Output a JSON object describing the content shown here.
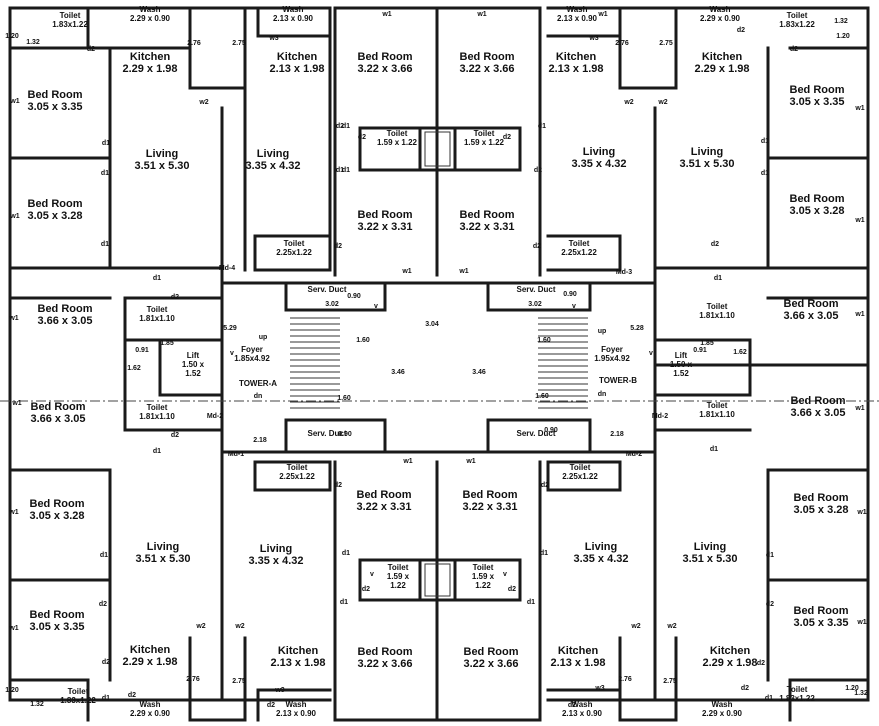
{
  "plan": {
    "towers": [
      "TOWER-A",
      "TOWER-B"
    ],
    "rooms": [
      {
        "id": "toilet-tl",
        "name": "Toilet",
        "dims": "1.83x1.22",
        "cls": "sm"
      },
      {
        "id": "wash-tl",
        "name": "Wash",
        "dims": "2.29 x 0.90",
        "cls": "sm"
      },
      {
        "id": "kitchen-tl",
        "name": "Kitchen",
        "dims": "2.29 x 1.98",
        "cls": "rn"
      },
      {
        "id": "bed-tl1",
        "name": "Bed Room",
        "dims": "3.05 x 3.35",
        "cls": "rn"
      },
      {
        "id": "living-tl",
        "name": "Living",
        "dims": "3.51 x 5.30",
        "cls": "rn"
      },
      {
        "id": "bed-tl2",
        "name": "Bed Room",
        "dims": "3.05 x 3.28",
        "cls": "rn"
      },
      {
        "id": "wash-tc",
        "name": "Wash",
        "dims": "2.13 x 0.90",
        "cls": "sm"
      },
      {
        "id": "kitchen-tc",
        "name": "Kitchen",
        "dims": "2.13 x 1.98",
        "cls": "rn"
      },
      {
        "id": "living-tc",
        "name": "Living",
        "dims": "3.35 x 4.32",
        "cls": "rn"
      },
      {
        "id": "bed-tc1",
        "name": "Bed Room",
        "dims": "3.22 x 3.66",
        "cls": "rn"
      },
      {
        "id": "toilet-tc1",
        "name": "Toilet",
        "dims": "1.59 x 1.22",
        "cls": "sm"
      },
      {
        "id": "bed-tc2",
        "name": "Bed Room",
        "dims": "3.22 x 3.31",
        "cls": "rn"
      },
      {
        "id": "toilet-tc2",
        "name": "Toilet",
        "dims": "2.25x1.22",
        "cls": "sm"
      },
      {
        "id": "bed-tc3",
        "name": "Bed Room",
        "dims": "3.22 x 3.66",
        "cls": "rn"
      },
      {
        "id": "toilet-tc3",
        "name": "Toilet",
        "dims": "1.59 x 1.22",
        "cls": "sm"
      },
      {
        "id": "bed-tc4",
        "name": "Bed Room",
        "dims": "3.22 x 3.31",
        "cls": "rn"
      },
      {
        "id": "wash-tr",
        "name": "Wash",
        "dims": "2.13 x 0.90",
        "cls": "sm"
      },
      {
        "id": "kitchen-tr",
        "name": "Kitchen",
        "dims": "2.13 x 1.98",
        "cls": "rn"
      },
      {
        "id": "living-tr",
        "name": "Living",
        "dims": "3.35 x 4.32",
        "cls": "rn"
      },
      {
        "id": "toilet-tr2",
        "name": "Toilet",
        "dims": "2.25x1.22",
        "cls": "sm"
      },
      {
        "id": "wash-tr2",
        "name": "Wash",
        "dims": "2.29 x 0.90",
        "cls": "sm"
      },
      {
        "id": "toilet-tr",
        "name": "Toilet",
        "dims": "1.83x1.22",
        "cls": "sm"
      },
      {
        "id": "kitchen-tr2",
        "name": "Kitchen",
        "dims": "2.29 x 1.98",
        "cls": "rn"
      },
      {
        "id": "living-tr2",
        "name": "Living",
        "dims": "3.51 x 5.30",
        "cls": "rn"
      },
      {
        "id": "bed-tr1",
        "name": "Bed Room",
        "dims": "3.05 x 3.35",
        "cls": "rn"
      },
      {
        "id": "bed-tr2",
        "name": "Bed Room",
        "dims": "3.05 x 3.28",
        "cls": "rn"
      },
      {
        "id": "bed-ml1",
        "name": "Bed Room",
        "dims": "3.66 x 3.05",
        "cls": "rn"
      },
      {
        "id": "toilet-ml1",
        "name": "Toilet",
        "dims": "1.81x1.10",
        "cls": "sm"
      },
      {
        "id": "lift-a",
        "name": "Lift",
        "dims": "1.50 x\n1.52",
        "cls": "sm"
      },
      {
        "id": "foyer-a",
        "name": "Foyer",
        "dims": "1.85x4.92",
        "cls": "sm"
      },
      {
        "id": "toilet-ml2",
        "name": "Toilet",
        "dims": "1.81x1.10",
        "cls": "sm"
      },
      {
        "id": "bed-ml2",
        "name": "Bed Room",
        "dims": "3.66 x 3.05",
        "cls": "rn"
      },
      {
        "id": "duct-a1",
        "name": "Serv. Duct",
        "dims": "",
        "cls": "sm"
      },
      {
        "id": "duct-a2",
        "name": "Serv. Duct",
        "dims": "",
        "cls": "sm"
      },
      {
        "id": "duct-b1",
        "name": "Serv. Duct",
        "dims": "",
        "cls": "sm"
      },
      {
        "id": "duct-b2",
        "name": "Serv. Duct",
        "dims": "",
        "cls": "sm"
      },
      {
        "id": "foyer-b",
        "name": "Foyer",
        "dims": "1.95x4.92",
        "cls": "sm"
      },
      {
        "id": "lift-b",
        "name": "Lift",
        "dims": "1.50 x\n1.52",
        "cls": "sm"
      },
      {
        "id": "toilet-mr1",
        "name": "Toilet",
        "dims": "1.81x1.10",
        "cls": "sm"
      },
      {
        "id": "bed-mr1",
        "name": "Bed Room",
        "dims": "3.66 x 3.05",
        "cls": "rn"
      },
      {
        "id": "toilet-mr2",
        "name": "Toilet",
        "dims": "1.81x1.10",
        "cls": "sm"
      },
      {
        "id": "bed-mr2",
        "name": "Bed Room",
        "dims": "3.66 x 3.05",
        "cls": "rn"
      },
      {
        "id": "bed-bl1",
        "name": "Bed Room",
        "dims": "3.05 x 3.28",
        "cls": "rn"
      },
      {
        "id": "living-bl",
        "name": "Living",
        "dims": "3.51 x 5.30",
        "cls": "rn"
      },
      {
        "id": "bed-bl2",
        "name": "Bed Room",
        "dims": "3.05 x 3.35",
        "cls": "rn"
      },
      {
        "id": "kitchen-bl",
        "name": "Kitchen",
        "dims": "2.29 x 1.98",
        "cls": "rn"
      },
      {
        "id": "toilet-bl",
        "name": "Toilet",
        "dims": "1.83x1.22",
        "cls": "sm"
      },
      {
        "id": "wash-bl",
        "name": "Wash",
        "dims": "2.29 x 0.90",
        "cls": "sm"
      },
      {
        "id": "toilet-bc1",
        "name": "Toilet",
        "dims": "2.25x1.22",
        "cls": "sm"
      },
      {
        "id": "bed-bc1",
        "name": "Bed Room",
        "dims": "3.22 x 3.31",
        "cls": "rn"
      },
      {
        "id": "living-bc",
        "name": "Living",
        "dims": "3.35 x 4.32",
        "cls": "rn"
      },
      {
        "id": "toilet-bc2",
        "name": "Toilet",
        "dims": "1.59 x\n1.22",
        "cls": "sm"
      },
      {
        "id": "kitchen-bc",
        "name": "Kitchen",
        "dims": "2.13 x 1.98",
        "cls": "rn"
      },
      {
        "id": "bed-bc2",
        "name": "Bed Room",
        "dims": "3.22 x 3.66",
        "cls": "rn"
      },
      {
        "id": "wash-bc",
        "name": "Wash",
        "dims": "2.13 x 0.90",
        "cls": "sm"
      },
      {
        "id": "toilet-bc3",
        "name": "Toilet",
        "dims": "2.25x1.22",
        "cls": "sm"
      },
      {
        "id": "bed-bc3",
        "name": "Bed Room",
        "dims": "3.22 x 3.31",
        "cls": "rn"
      },
      {
        "id": "toilet-bc4",
        "name": "Toilet",
        "dims": "1.59 x\n1.22",
        "cls": "sm"
      },
      {
        "id": "bed-bc4",
        "name": "Bed Room",
        "dims": "3.22 x 3.66",
        "cls": "rn"
      },
      {
        "id": "living-br",
        "name": "Living",
        "dims": "3.35 x 4.32",
        "cls": "rn"
      },
      {
        "id": "kitchen-br",
        "name": "Kitchen",
        "dims": "2.13 x 1.98",
        "cls": "rn"
      },
      {
        "id": "wash-br",
        "name": "Wash",
        "dims": "2.13 x 0.90",
        "cls": "sm"
      },
      {
        "id": "bed-br1",
        "name": "Bed Room",
        "dims": "3.05 x 3.28",
        "cls": "rn"
      },
      {
        "id": "living-br2",
        "name": "Living",
        "dims": "3.51 x 5.30",
        "cls": "rn"
      },
      {
        "id": "bed-br2",
        "name": "Bed Room",
        "dims": "3.05 x 3.35",
        "cls": "rn"
      },
      {
        "id": "kitchen-br2",
        "name": "Kitchen",
        "dims": "2.29 x 1.98",
        "cls": "rn"
      },
      {
        "id": "wash-br2",
        "name": "Wash",
        "dims": "2.29 x 0.90",
        "cls": "sm"
      },
      {
        "id": "toilet-br",
        "name": "Toilet",
        "dims": "1.83x1.22",
        "cls": "sm"
      }
    ],
    "marks": [
      "1.20",
      "1.32",
      "d2",
      "2.76",
      "2.75",
      "w2",
      "w1",
      "w3",
      "d1",
      "d2",
      "d1",
      "w1",
      "d1",
      "d1",
      "d2",
      "w1",
      "w1",
      "w1",
      "d2",
      "d2",
      "d1",
      "d1",
      "d2",
      "d2",
      "d1",
      "w1",
      "w1",
      "d1",
      "w3",
      "d2",
      "2.76",
      "2.75",
      "w2",
      "w2",
      "1.20",
      "1.32",
      "d2",
      "d1",
      "w1",
      "d1",
      "w1",
      "d2",
      "Md-4",
      "Md-3",
      "5.29",
      "5.28",
      "3.02",
      "3.02",
      "0.90",
      "0.90",
      "3.04",
      "3.46",
      "3.46",
      "1.60",
      "1.60",
      "1.60",
      "1.60",
      "up",
      "dn",
      "up",
      "dn",
      "0.91",
      "0.91",
      "1.62",
      "1.62",
      "1.85",
      "1.85",
      "w1",
      "w1",
      "d1",
      "d2",
      "d2",
      "Md-2",
      "Md-2",
      "Md-1",
      "Md-2",
      "2.18",
      "2.18",
      "0.90",
      "0.90",
      "d1",
      "d1",
      "w1",
      "w1",
      "d2",
      "d2",
      "w1",
      "w1",
      "d1",
      "d1",
      "w1",
      "w1",
      "d2",
      "d2",
      "d1",
      "d1",
      "d2",
      "d2",
      "w2",
      "w2",
      "w2",
      "w2",
      "2.76",
      "2.75",
      "2.76",
      "2.75",
      "w3",
      "w3",
      "d2",
      "d2",
      "d2",
      "d2",
      "1.20",
      "1.20",
      "1.32",
      "1.32",
      "d1",
      "d1",
      "w1",
      "w1",
      "d2",
      "d2",
      "v",
      "v",
      "v",
      "v",
      "v",
      "v",
      "d1",
      "d1"
    ]
  }
}
